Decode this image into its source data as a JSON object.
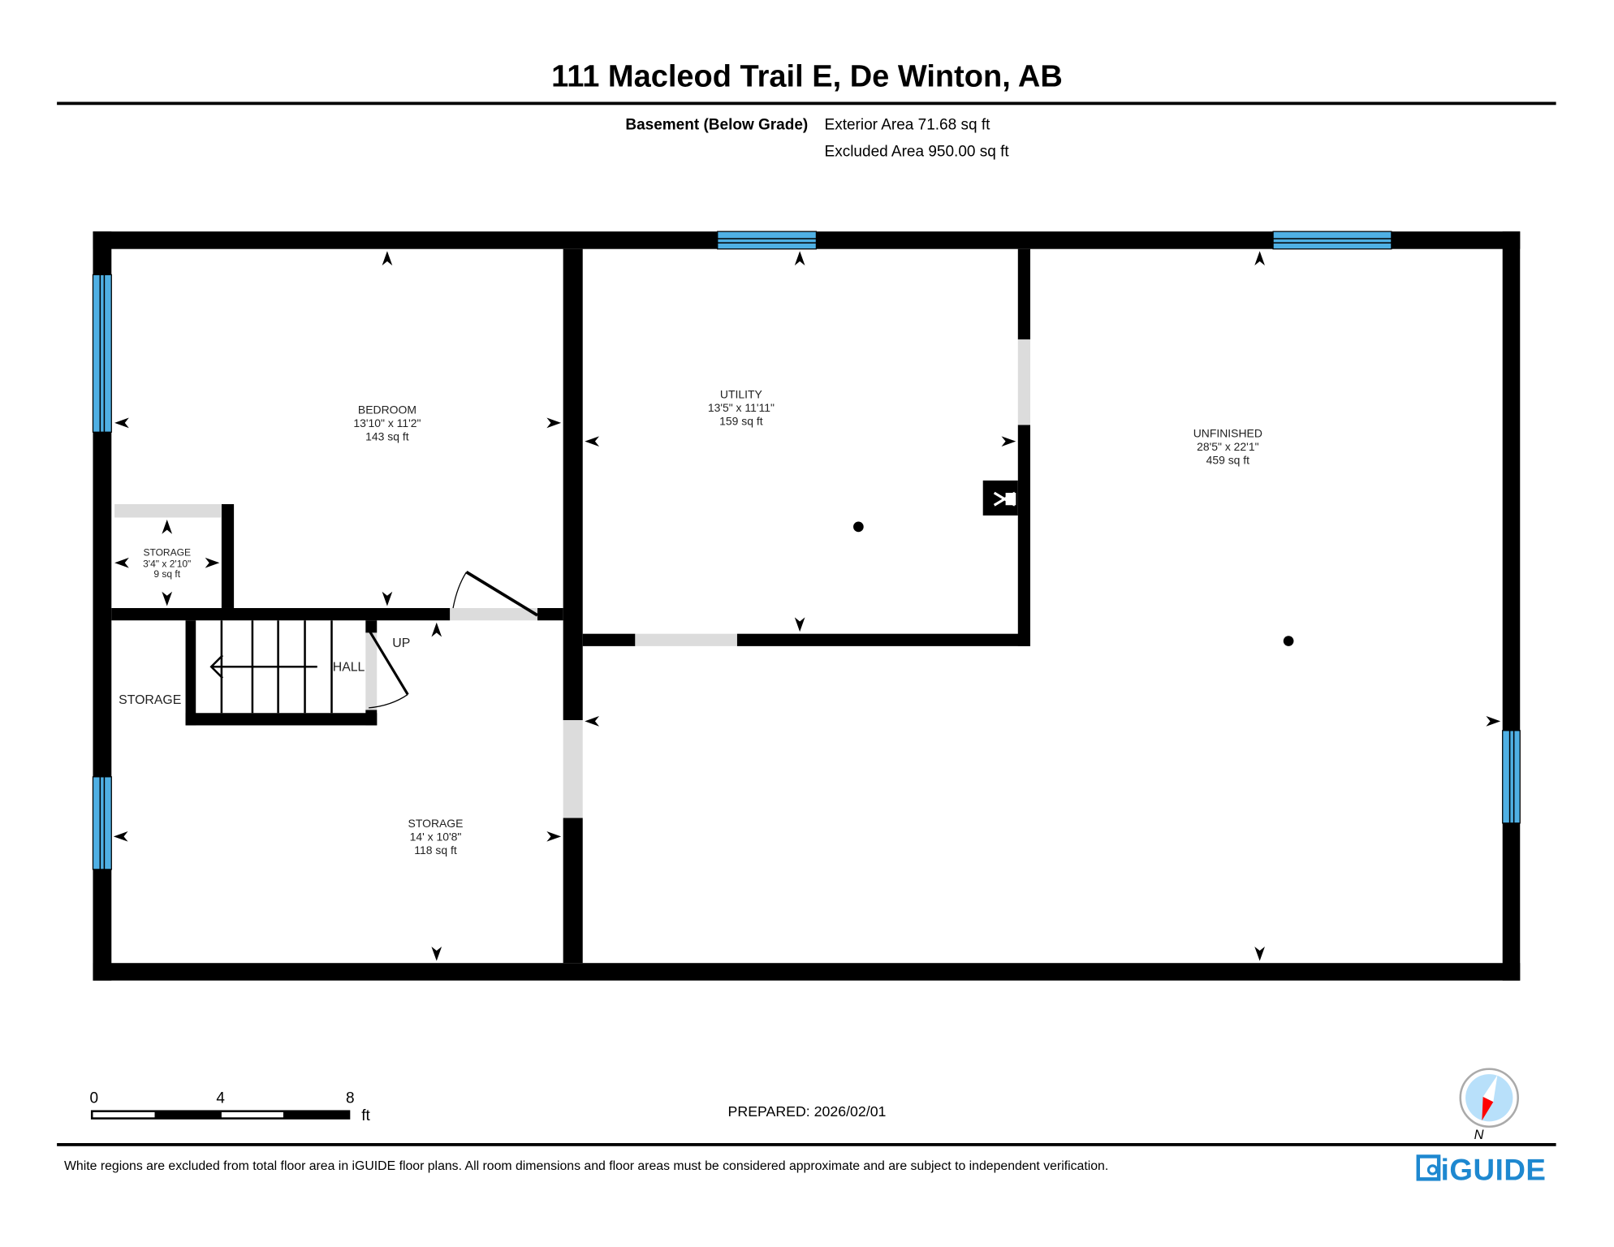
{
  "header": {
    "title": "111 Macleod Trail E, De Winton, AB",
    "floor_name": "Basement (Below Grade)",
    "exterior_area": "Exterior Area 71.68 sq ft",
    "excluded_area": "Excluded Area 950.00 sq ft"
  },
  "rooms": {
    "bedroom": {
      "name": "BEDROOM",
      "dims": "13'10\" x 11'2\"",
      "area": "143 sq ft"
    },
    "utility": {
      "name": "UTILITY",
      "dims": "13'5\" x 11'11\"",
      "area": "159 sq ft"
    },
    "unfinished": {
      "name": "UNFINISHED",
      "dims": "28'5\" x 22'1\"",
      "area": "459 sq ft"
    },
    "storage_small": {
      "name": "STORAGE",
      "dims": "3'4\" x 2'10\"",
      "area": "9 sq ft"
    },
    "storage_main": {
      "name": "STORAGE",
      "dims": "14' x 10'8\"",
      "area": "118 sq ft"
    },
    "storage_label": "STORAGE",
    "hall_label": "HALL",
    "up_label": "UP"
  },
  "colors": {
    "wall": "#000000",
    "window": "#4fb0e4",
    "opening": "#dcdcdc",
    "brand": "#1e88d0",
    "compass_red": "#ff0000"
  },
  "footer": {
    "scale_ticks": [
      "0",
      "4",
      "8"
    ],
    "scale_unit": "ft",
    "prepared": "PREPARED: 2026/02/01",
    "north_label": "N",
    "disclaimer": "White regions are excluded from total floor area in iGUIDE floor plans. All room dimensions and floor areas must be considered approximate and are subject to independent verification.",
    "logo_text": "iGUIDE"
  }
}
